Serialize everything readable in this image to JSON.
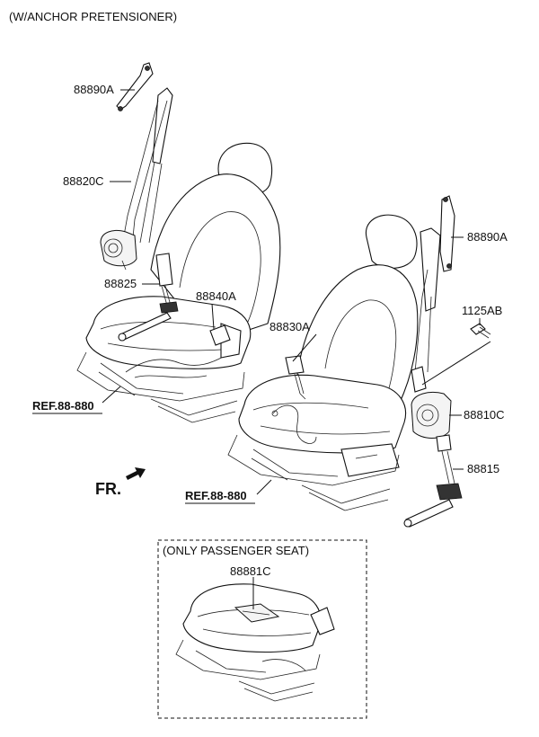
{
  "header": {
    "title": "(W/ANCHOR PRETENSIONER)"
  },
  "parts": {
    "p88890A_left": "88890A",
    "p88820C": "88820C",
    "p88825": "88825",
    "p88840A": "88840A",
    "p88830A": "88830A",
    "p88890A_right": "88890A",
    "p1125AB": "1125AB",
    "p88810C": "88810C",
    "p88815": "88815",
    "p88881C": "88881C"
  },
  "refs": {
    "left": "REF.88-880",
    "right": "REF.88-880"
  },
  "direction": {
    "front": "FR."
  },
  "inset": {
    "title": "(ONLY PASSENGER SEAT)"
  }
}
